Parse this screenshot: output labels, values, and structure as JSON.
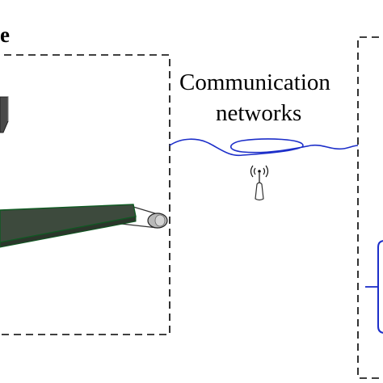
{
  "diagram": {
    "left_panel": {
      "title_fragment": "e"
    },
    "network": {
      "label_line1": "Communication",
      "label_line2": "networks"
    },
    "colors": {
      "border": "#000000",
      "cable": "#1c2ec9",
      "conveyor_fill": "#3d4a3d",
      "conveyor_edge": "#0f5a22",
      "device_fill": "#4a4a4a",
      "module": "#1c2ec9"
    },
    "icons": [
      "antenna-icon",
      "conveyor-belt",
      "machine-fragment",
      "device-module"
    ]
  }
}
